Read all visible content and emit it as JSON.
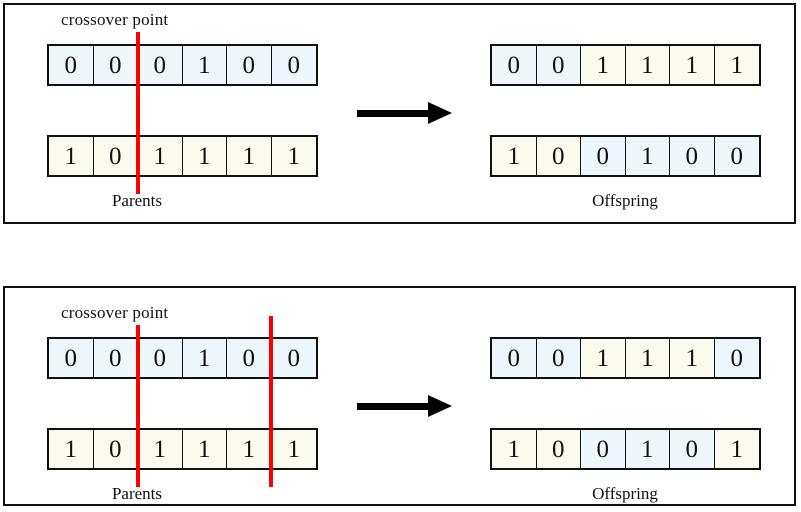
{
  "figure": {
    "title": "Genetic algorithm crossover diagram",
    "colors": {
      "parent_a": "#eef7fb",
      "parent_b": "#fbfaee",
      "crossover_line": "#fb0000",
      "border": "#111111",
      "arrow": "#000000",
      "background": "#ffffff"
    }
  },
  "panels": [
    {
      "id": "single-point-crossover",
      "crossover_label": "crossover point",
      "parents_label": "Parents",
      "offspring_label": "Offspring",
      "crossover_points": [
        2
      ],
      "parents": [
        {
          "id": "parent-1",
          "bits": [
            "0",
            "0",
            "0",
            "1",
            "0",
            "0"
          ],
          "origins": [
            "a",
            "a",
            "a",
            "a",
            "a",
            "a"
          ]
        },
        {
          "id": "parent-2",
          "bits": [
            "1",
            "0",
            "1",
            "1",
            "1",
            "1"
          ],
          "origins": [
            "b",
            "b",
            "b",
            "b",
            "b",
            "b"
          ]
        }
      ],
      "offspring": [
        {
          "id": "offspring-1",
          "bits": [
            "0",
            "0",
            "1",
            "1",
            "1",
            "1"
          ],
          "origins": [
            "a",
            "a",
            "b",
            "b",
            "b",
            "b"
          ]
        },
        {
          "id": "offspring-2",
          "bits": [
            "1",
            "0",
            "0",
            "1",
            "0",
            "0"
          ],
          "origins": [
            "b",
            "b",
            "a",
            "a",
            "a",
            "a"
          ]
        }
      ],
      "arrow": "right-arrow"
    },
    {
      "id": "two-point-crossover",
      "crossover_label": "crossover point",
      "parents_label": "Parents",
      "offspring_label": "Offspring",
      "crossover_points": [
        2,
        5
      ],
      "parents": [
        {
          "id": "parent-1",
          "bits": [
            "0",
            "0",
            "0",
            "1",
            "0",
            "0"
          ],
          "origins": [
            "a",
            "a",
            "a",
            "a",
            "a",
            "a"
          ]
        },
        {
          "id": "parent-2",
          "bits": [
            "1",
            "0",
            "1",
            "1",
            "1",
            "1"
          ],
          "origins": [
            "b",
            "b",
            "b",
            "b",
            "b",
            "b"
          ]
        }
      ],
      "offspring": [
        {
          "id": "offspring-1",
          "bits": [
            "0",
            "0",
            "1",
            "1",
            "1",
            "0"
          ],
          "origins": [
            "a",
            "a",
            "b",
            "b",
            "b",
            "a"
          ]
        },
        {
          "id": "offspring-2",
          "bits": [
            "1",
            "0",
            "0",
            "1",
            "0",
            "1"
          ],
          "origins": [
            "b",
            "b",
            "a",
            "a",
            "a",
            "b"
          ]
        }
      ],
      "arrow": "right-arrow"
    }
  ]
}
